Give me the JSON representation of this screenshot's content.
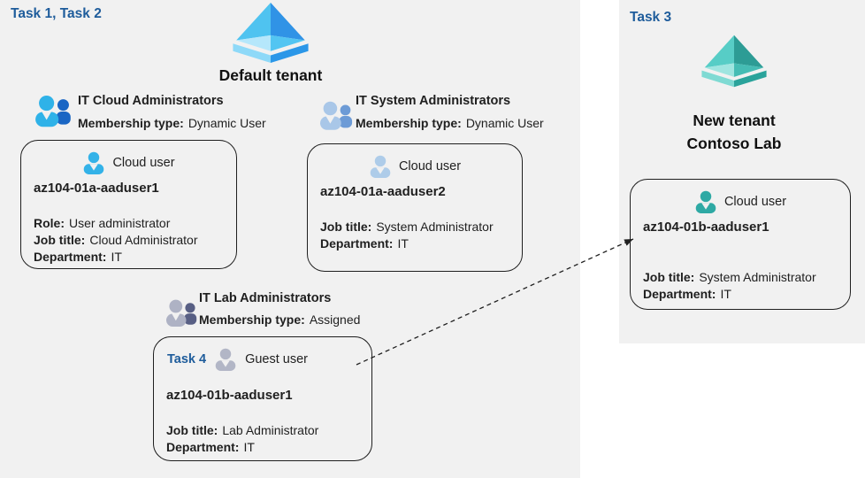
{
  "colors": {
    "panel_bg": "#f1f1f1",
    "task_label": "#1e5c9b",
    "text_primary": "#1f1f1f",
    "card_border": "#1f1f1f",
    "arrow": "#1f1f1f",
    "aad_blue_top_left": "#4fc3f0",
    "aad_blue_top_right": "#3093e6",
    "aad_blue_base_left": "#b5e7fb",
    "aad_blue_base_right": "#53c5f2",
    "aad_blue_rim_left": "#8ed9f8",
    "aad_blue_rim_right": "#2b97e8",
    "aad_teal_top_left": "#57cdc6",
    "aad_teal_top_right": "#2d9c95",
    "aad_teal_base_left": "#9fe5e0",
    "aad_teal_base_right": "#45bcb4",
    "aad_teal_rim_left": "#7fdad3",
    "aad_teal_rim_right": "#2aa39b",
    "group_cloud_front": "#2fb2e8",
    "group_cloud_back": "#1a66c4",
    "group_system_front": "#a9c7e8",
    "group_system_back": "#6d9bd6",
    "group_lab_front": "#aeb2c4",
    "group_lab_back": "#585f84",
    "user_cloud1": "#33b2e8",
    "user_cloud2": "#aecce9",
    "user_guest": "#b2b6c6",
    "user_teal": "#2ea9a4"
  },
  "default_tenant": {
    "task_label": "Task 1, Task 2",
    "title": "Default tenant"
  },
  "groups": [
    {
      "title": "IT Cloud Administrators",
      "membership_label": "Membership type:",
      "membership_value": "Dynamic User"
    },
    {
      "title": "IT System Administrators",
      "membership_label": "Membership type:",
      "membership_value": "Dynamic User"
    },
    {
      "title": "IT Lab Administrators",
      "membership_label": "Membership type:",
      "membership_value": "Assigned"
    }
  ],
  "users": [
    {
      "type_label": "Cloud user",
      "name": "az104-01a-aaduser1",
      "attrs": [
        {
          "label": "Role:",
          "value": "User administrator"
        },
        {
          "label": "Job title:",
          "value": "Cloud Administrator"
        },
        {
          "label": "Department:",
          "value": "IT"
        }
      ]
    },
    {
      "type_label": "Cloud user",
      "name": "az104-01a-aaduser2",
      "attrs": [
        {
          "label": "Job title:",
          "value": "System Administrator"
        },
        {
          "label": "Department:",
          "value": "IT"
        }
      ]
    },
    {
      "task_label": "Task 4",
      "type_label": "Guest user",
      "name": "az104-01b-aaduser1",
      "attrs": [
        {
          "label": "Job title:",
          "value": "Lab Administrator"
        },
        {
          "label": "Department:",
          "value": "IT"
        }
      ]
    }
  ],
  "new_tenant": {
    "task_label": "Task 3",
    "title_line1": "New tenant",
    "title_line2": "Contoso Lab",
    "user": {
      "type_label": "Cloud user",
      "name": "az104-01b-aaduser1",
      "attrs": [
        {
          "label": "Job title:",
          "value": "System Administrator"
        },
        {
          "label": "Department:",
          "value": "IT"
        }
      ]
    }
  }
}
